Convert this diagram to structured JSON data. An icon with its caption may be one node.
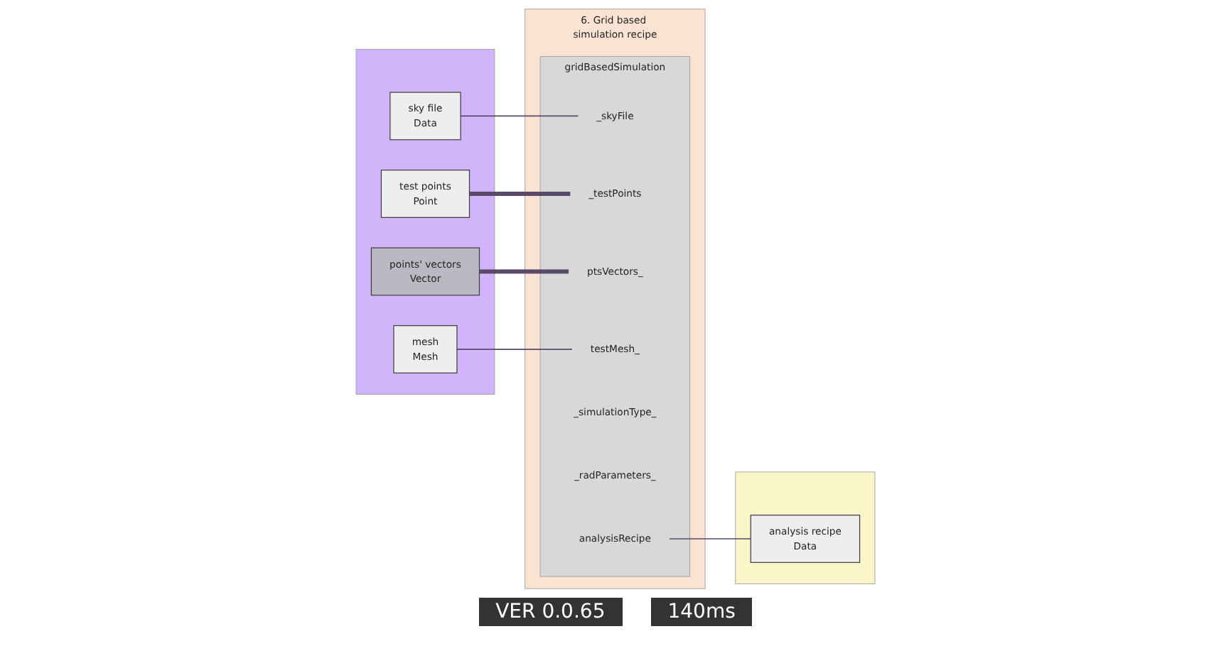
{
  "diagram": {
    "nodes": [
      {
        "text": [],
        "shape": "box"
      },
      {
        "text": [
          "sky file",
          "Data"
        ],
        "in": 0
      },
      {
        "text": [
          "test points",
          "Point"
        ],
        "in": 0
      },
      {
        "text": [
          "points' vectors",
          "Vector"
        ],
        "in": 0
      },
      {
        "text": [
          "mesh",
          "Mesh"
        ],
        "in": 0
      },
      {
        "text": [
          "6. Grid based simulation recipe"
        ]
      },
      {
        "text": [
          "gridBasedSimulation"
        ],
        "in": 5
      },
      {
        "text": [
          "_skyFile"
        ],
        "in": 6
      },
      {
        "text": [
          "_testPoints"
        ],
        "in": 6
      },
      {
        "text": [
          "ptsVectors_"
        ],
        "in": 6
      },
      {
        "text": [
          "testMesh_"
        ],
        "in": 6
      },
      {
        "text": [
          "_simulationType_"
        ],
        "in": 6
      },
      {
        "text": [
          "_radParameters_"
        ],
        "in": 6
      },
      {
        "text": [
          "analysisRecipe"
        ],
        "in": 6
      },
      {
        "text": [],
        "shape": "box"
      },
      {
        "text": [
          "analysis recipe",
          "Data"
        ],
        "in": 14
      }
    ],
    "edges": [
      {
        "from": 1,
        "to": 7,
        "arrow": "none"
      },
      {
        "from": 2,
        "to": 8,
        "arrow": "none",
        "style": "thick"
      },
      {
        "from": 3,
        "to": 9,
        "arrow": "none",
        "style": "thick"
      },
      {
        "from": 4,
        "to": 10,
        "arrow": "none"
      },
      {
        "from": 13,
        "to": 15,
        "arrow": "none"
      }
    ],
    "labels": [
      "VER 0.0.65",
      "140ms"
    ]
  }
}
